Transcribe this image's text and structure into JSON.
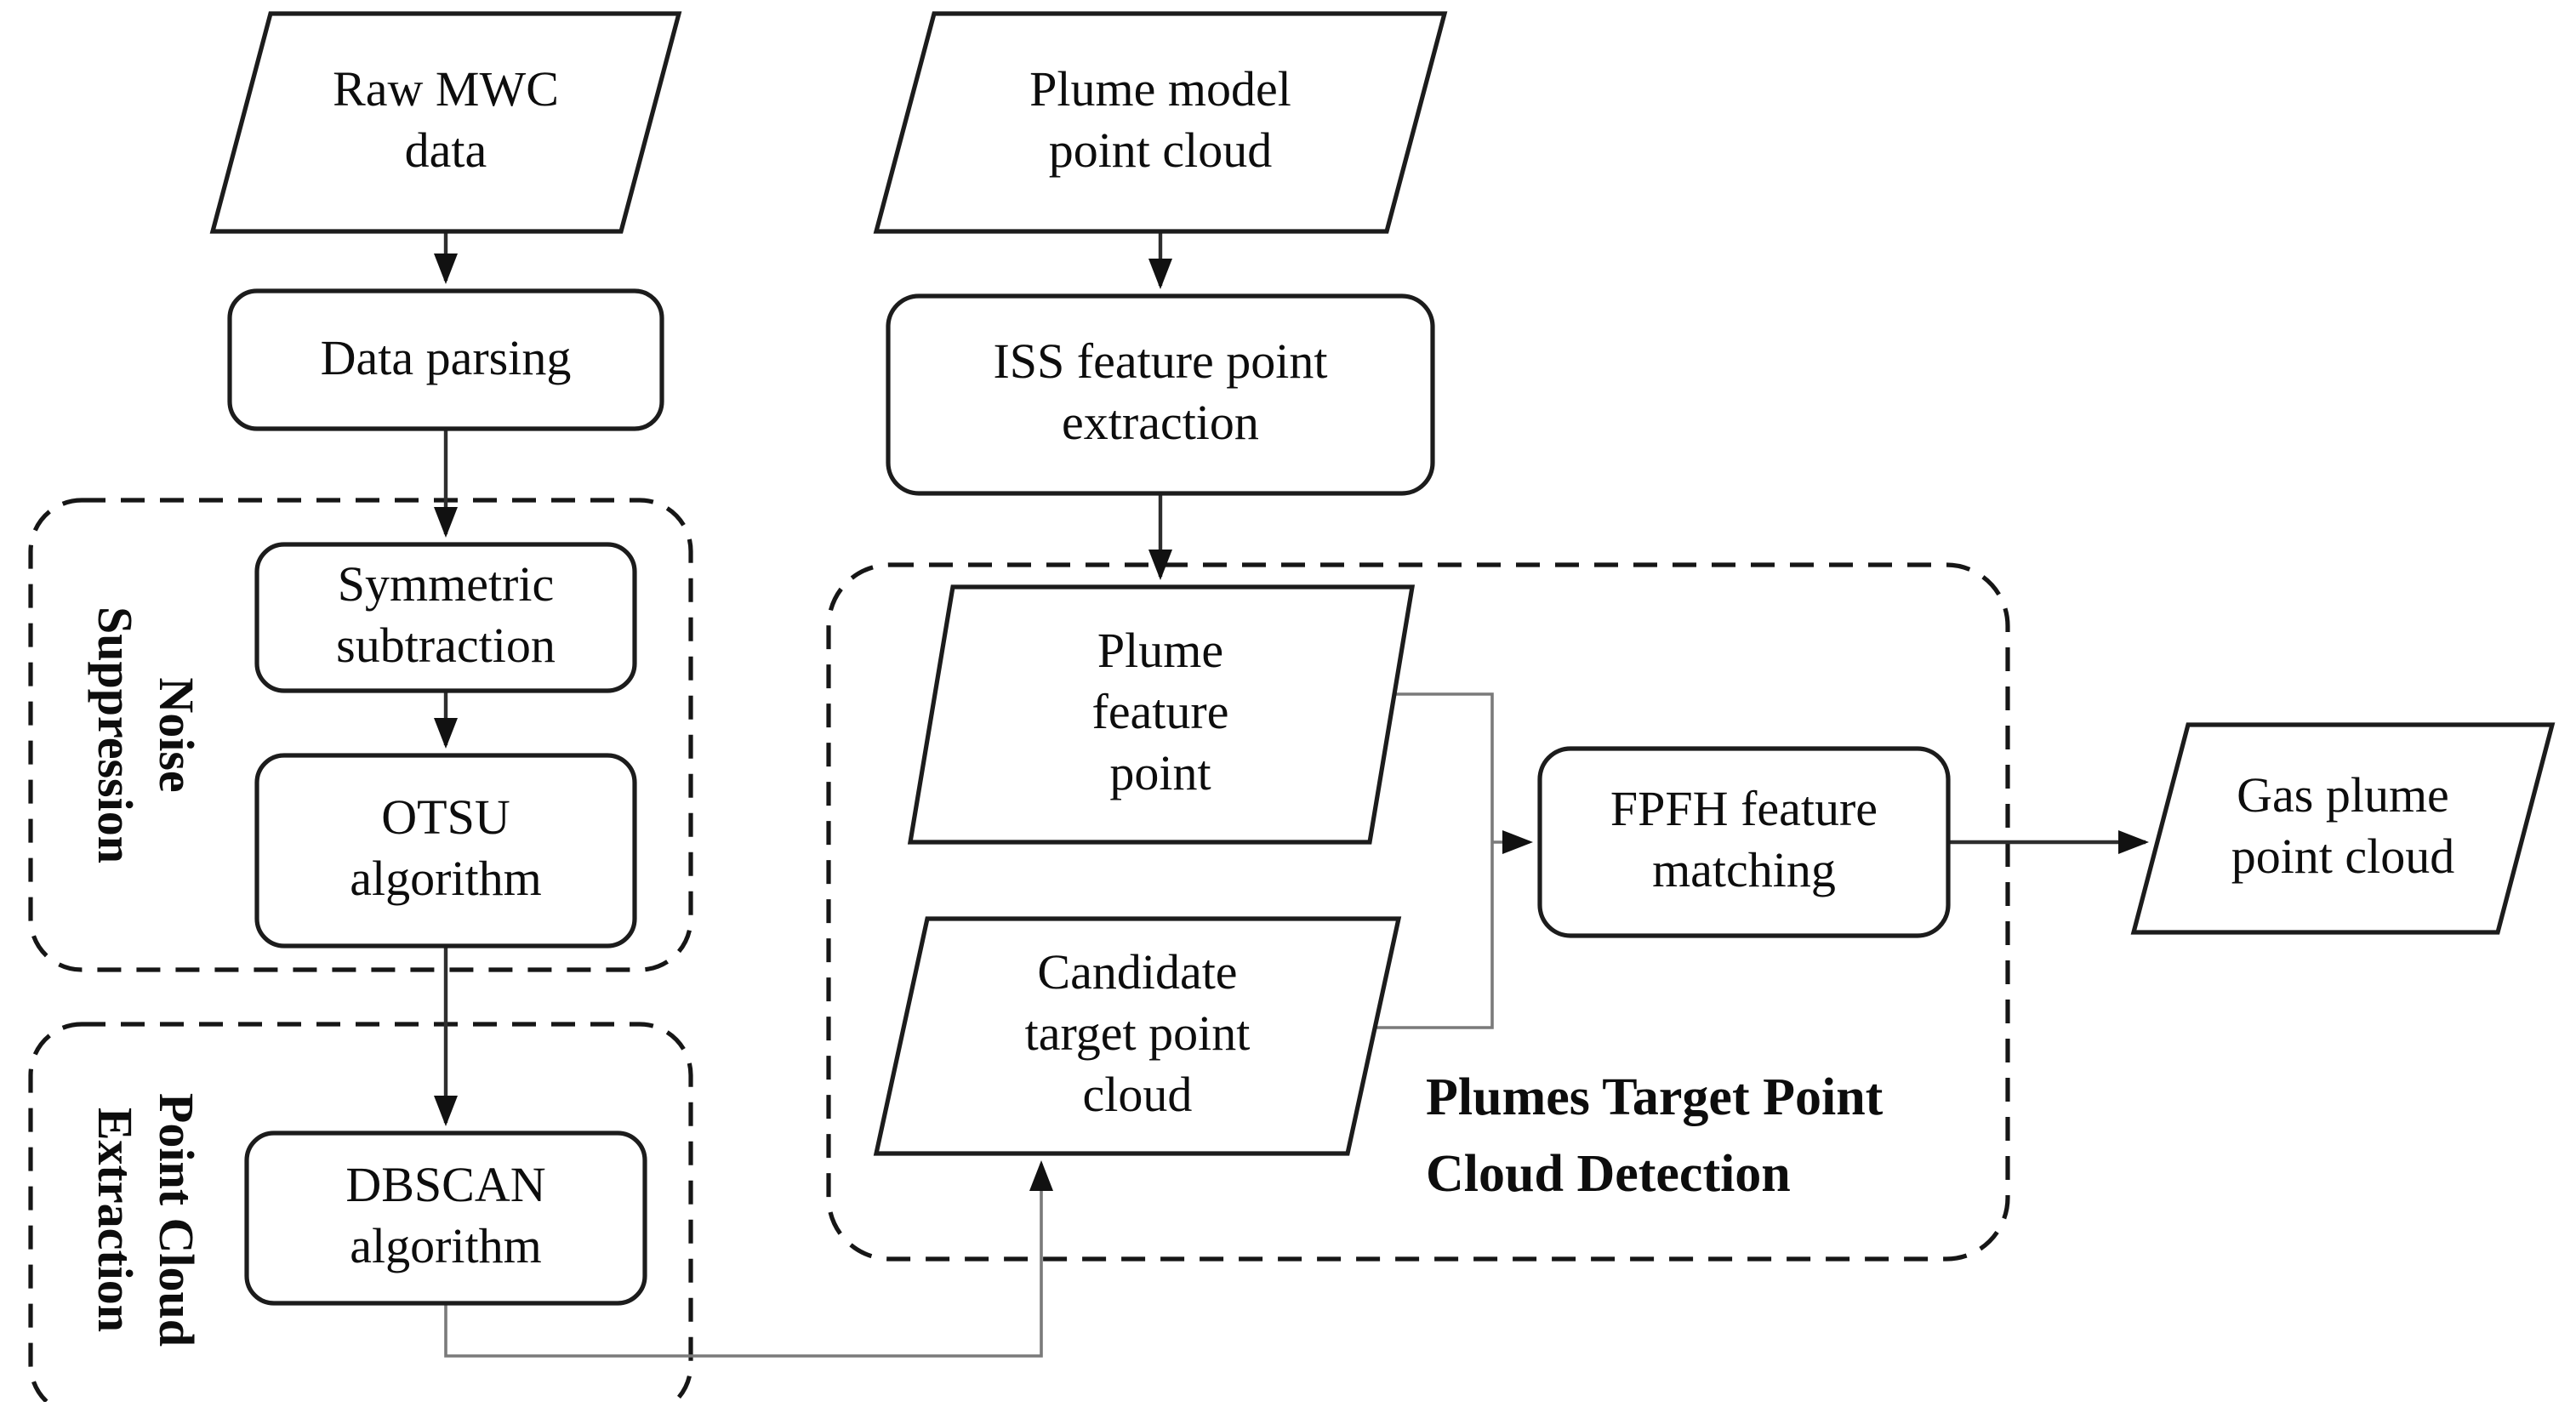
{
  "figure": {
    "background": "#ffffff",
    "shape_stroke": "#1c1c1c",
    "dashed_stroke": "#161616",
    "connector_color": "#7a7a7a",
    "arrow_line_color": "#2e2e2e",
    "arrowhead_color": "#111111",
    "text_color": "#0d0d0d",
    "nodes": {
      "raw_mwc": {
        "label": "Raw MWC\ndata",
        "shape": "parallelogram"
      },
      "data_parsing": {
        "label": "Data parsing",
        "shape": "rounded-rect"
      },
      "symmetric": {
        "label": "Symmetric\nsubtraction",
        "shape": "rounded-rect"
      },
      "otsu": {
        "label": "OTSU\nalgorithm",
        "shape": "rounded-rect"
      },
      "dbscan": {
        "label": "DBSCAN\nalgorithm",
        "shape": "rounded-rect"
      },
      "plume_model": {
        "label": "Plume model\npoint cloud",
        "shape": "parallelogram"
      },
      "iss": {
        "label": "ISS feature point\nextraction",
        "shape": "rounded-rect"
      },
      "plume_feature": {
        "label": "Plume\nfeature\npoint",
        "shape": "parallelogram"
      },
      "candidate": {
        "label": "Candidate\ntarget point\ncloud",
        "shape": "parallelogram"
      },
      "fpfh": {
        "label": "FPFH feature\nmatching",
        "shape": "rounded-rect"
      },
      "gas_plume": {
        "label": "Gas plume\npoint cloud",
        "shape": "parallelogram"
      }
    },
    "groups": {
      "noise_suppression": {
        "label": "Noise\nSuppression"
      },
      "point_cloud_extraction": {
        "label": "Point Cloud\nExtraction"
      },
      "plumes_detection": {
        "label": "Plumes Target Point\nCloud Detection"
      }
    }
  }
}
